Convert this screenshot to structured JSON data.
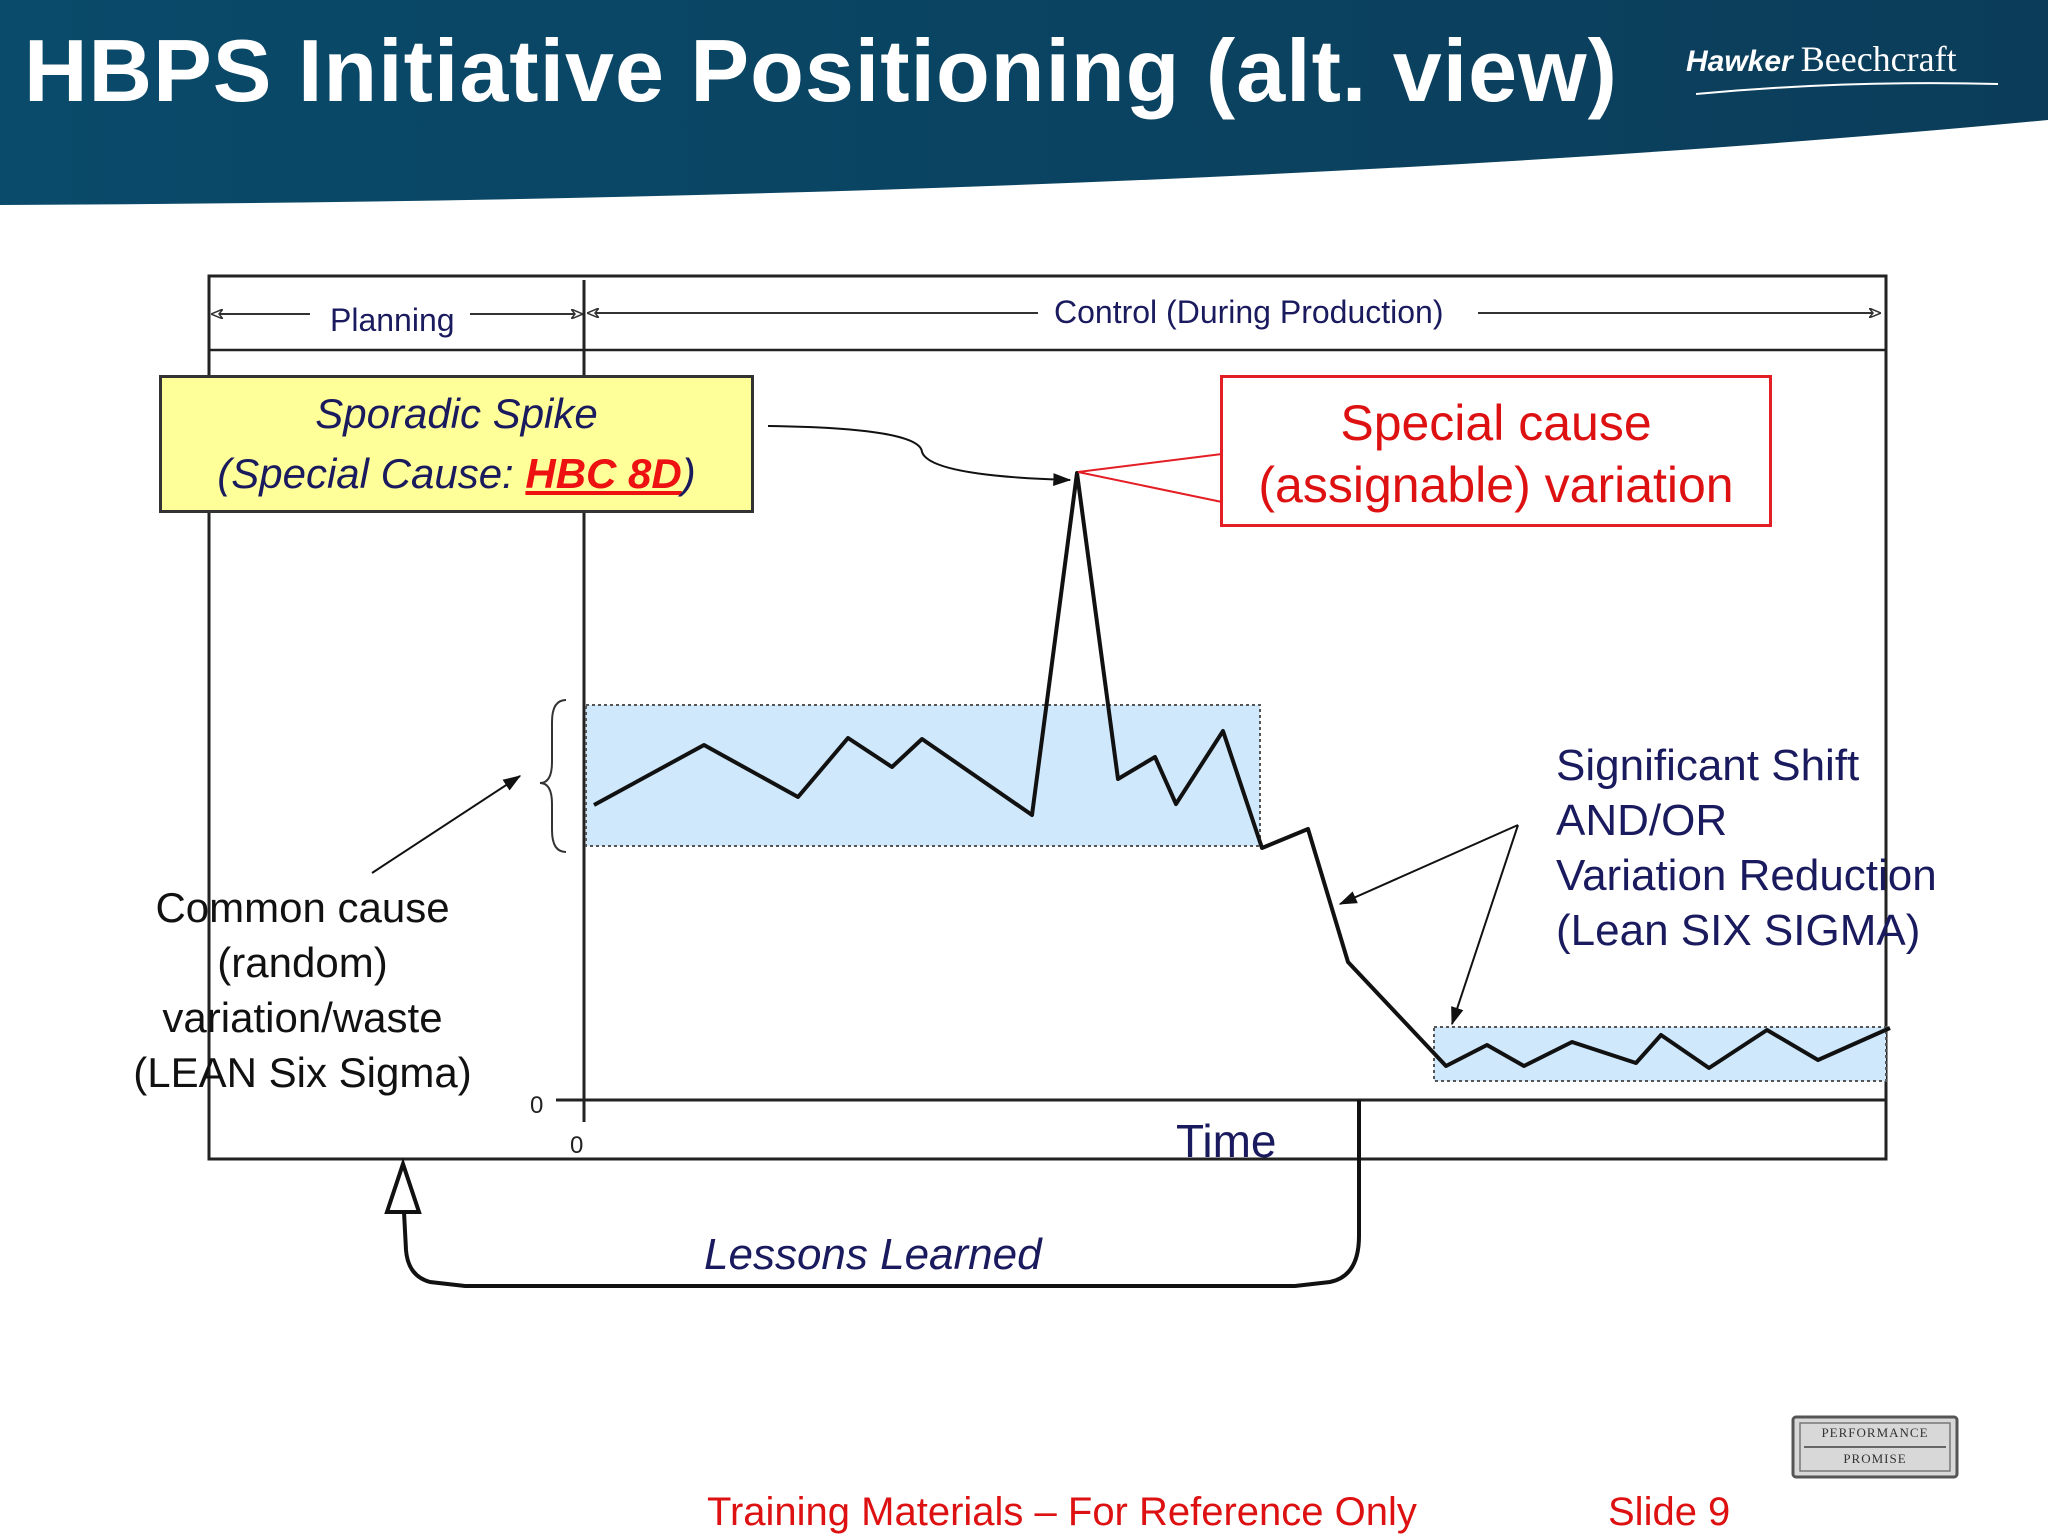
{
  "slide": {
    "title": "HBPS Initiative Positioning (alt. view)",
    "logo": {
      "part1": "Hawker",
      "part2": "Beechcraft"
    }
  },
  "diagram": {
    "phase_planning": "Planning",
    "phase_control": "Control (During Production)",
    "sporadic_line1": "Sporadic Spike",
    "sporadic_line2_prefix": "(Special Cause: ",
    "sporadic_link": "HBC 8D",
    "sporadic_line2_suffix": ")",
    "special_cause_line1": "Special cause",
    "special_cause_line2": "(assignable) variation",
    "common_cause_lines": [
      "Common cause",
      "(random)",
      "variation/waste",
      "(LEAN Six Sigma)"
    ],
    "shift_lines": [
      "Significant Shift",
      "AND/OR",
      "Variation Reduction",
      "(Lean SIX SIGMA)"
    ],
    "axis_zero_y": "0",
    "axis_zero_x": "0",
    "time_label": "Time",
    "lessons_learned": "Lessons Learned"
  },
  "footer": {
    "training": "Training Materials – For Reference Only",
    "slide_number": "Slide  9",
    "badge_top": "PERFORMANCE",
    "badge_bottom": "PROMISE"
  },
  "colors": {
    "header": "#003a5c",
    "band_fill": "#cfe8fb",
    "callout_yellow": "#ffff99",
    "special_red": "#e31e24",
    "navy_text": "#1a1a5e"
  }
}
